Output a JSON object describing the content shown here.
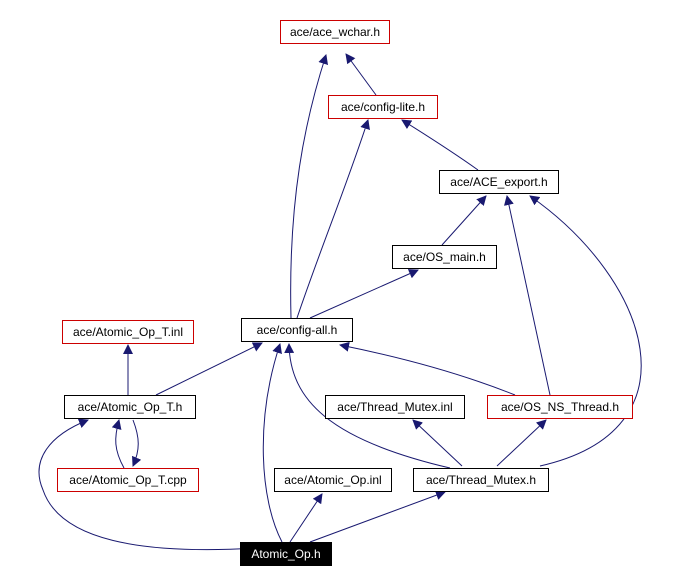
{
  "colors": {
    "edge": "#191970",
    "border_black": "#000000",
    "border_red": "#cc0000",
    "focus_fill": "#000000",
    "focus_text": "#ffffff"
  },
  "nodes": {
    "ace_wchar": "ace/ace_wchar.h",
    "config_lite": "ace/config-lite.h",
    "ace_export": "ace/ACE_export.h",
    "os_main": "ace/OS_main.h",
    "atomic_op_t_inl": "ace/Atomic_Op_T.inl",
    "config_all": "ace/config-all.h",
    "atomic_op_t_h": "ace/Atomic_Op_T.h",
    "thread_mutex_inl": "ace/Thread_Mutex.inl",
    "os_ns_thread": "ace/OS_NS_Thread.h",
    "atomic_op_t_cpp": "ace/Atomic_Op_T.cpp",
    "atomic_op_inl": "ace/Atomic_Op.inl",
    "thread_mutex_h": "ace/Thread_Mutex.h",
    "atomic_op_h": "Atomic_Op.h"
  }
}
